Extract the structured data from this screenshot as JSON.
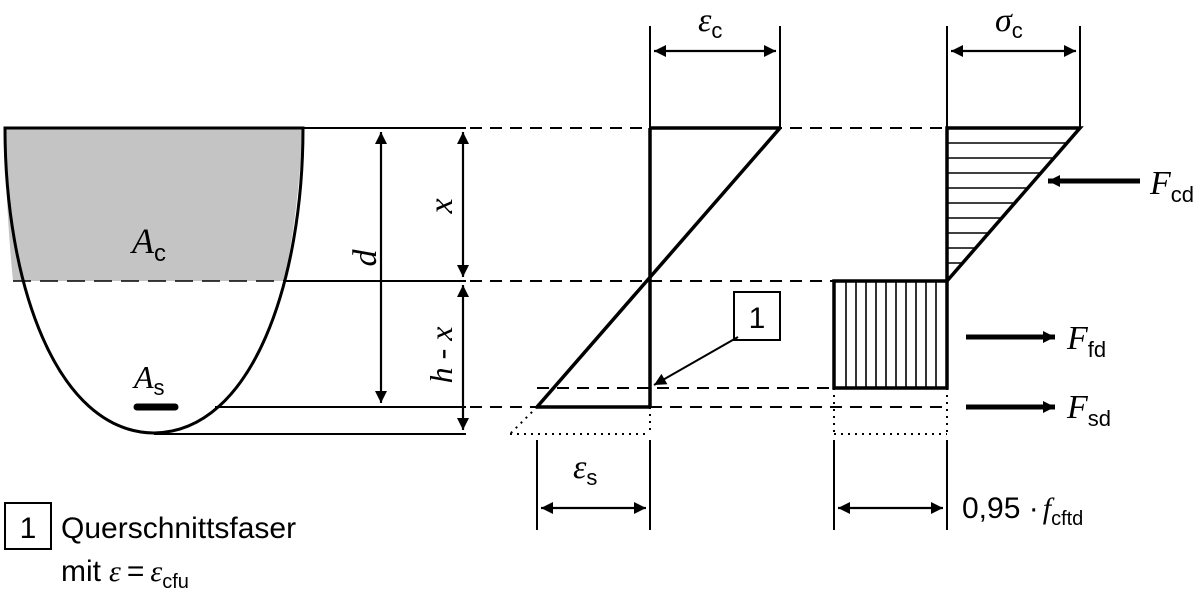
{
  "cross_section": {
    "concrete_area_symbol": "A",
    "concrete_area_sub": "c",
    "steel_area_symbol": "A",
    "steel_area_sub": "s"
  },
  "dimensions": {
    "d": "d",
    "x": "x",
    "h_minus_x": "h - x"
  },
  "strain_diagram": {
    "top_symbol": "ε",
    "top_sub": "c",
    "bottom_symbol": "ε",
    "bottom_sub": "s"
  },
  "stress_diagram": {
    "top_symbol": "σ",
    "top_sub": "c",
    "bottom_value": "0,95 ·",
    "bottom_symbol": "f",
    "bottom_sub": "cftd"
  },
  "forces": {
    "compression_symbol": "F",
    "compression_sub": "cd",
    "fibre_symbol": "F",
    "fibre_sub": "fd",
    "steel_symbol": "F",
    "steel_sub": "sd"
  },
  "callout": {
    "number": "1"
  },
  "legend": {
    "number": "1",
    "line1": "Querschnittsfaser",
    "line2_prefix": "mit",
    "line2_symbol": "ε",
    "line2_eq": "=",
    "line2_rhs": "ε",
    "line2_sub": "cfu"
  }
}
